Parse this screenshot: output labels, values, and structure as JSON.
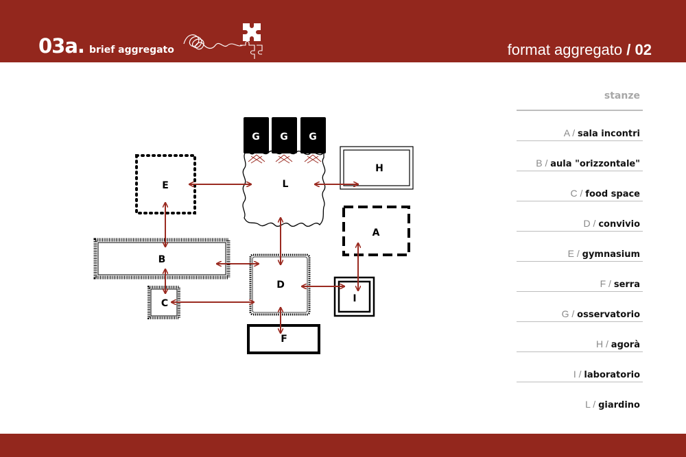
{
  "header": {
    "code": "03a.",
    "title": "brief aggregato",
    "right_text": "format aggregato",
    "right_sep": "/",
    "right_num": "02"
  },
  "colors": {
    "brand": "#93271d",
    "arrow": "#9a2a20"
  },
  "diagram": {
    "rooms": {
      "A": "A",
      "B": "B",
      "C": "C",
      "D": "D",
      "E": "E",
      "F": "F",
      "G1": "G",
      "G2": "G",
      "G3": "G",
      "H": "H",
      "I": "I",
      "L": "L"
    }
  },
  "legend": {
    "title": "stanze",
    "items": [
      {
        "letter": "A",
        "name": "sala incontri"
      },
      {
        "letter": "B",
        "name": "aula \"orizzontale\""
      },
      {
        "letter": "C",
        "name": "food space"
      },
      {
        "letter": "D",
        "name": "convivio"
      },
      {
        "letter": "E",
        "name": "gymnasium"
      },
      {
        "letter": "F",
        "name": "serra"
      },
      {
        "letter": "G",
        "name": "osservatorio"
      },
      {
        "letter": "H",
        "name": "agorà"
      },
      {
        "letter": "I",
        "name": "laboratorio"
      },
      {
        "letter": "L",
        "name": "giardino"
      }
    ]
  }
}
